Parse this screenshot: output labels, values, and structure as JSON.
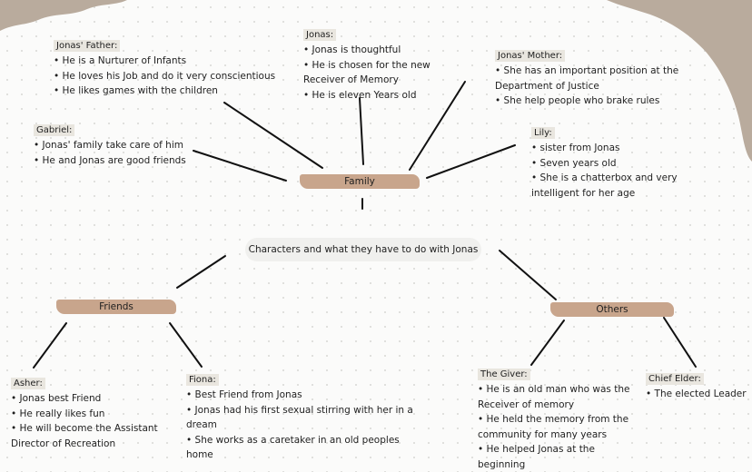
{
  "center": {
    "label": "Characters and what they have to do with Jonas"
  },
  "groups": {
    "family": "Family",
    "friends": "Friends",
    "others": "Others"
  },
  "nodes": {
    "jonas": {
      "title": "Jonas:",
      "items": [
        "• Jonas is thoughtful",
        "• He is chosen for the new Receiver of Memory",
        "• He is eleven Years old"
      ]
    },
    "father": {
      "title": "Jonas' Father:",
      "items": [
        "• He is a Nurturer of Infants",
        "• He loves his Job and do it very conscientious",
        "• He likes games with the children"
      ]
    },
    "mother": {
      "title": "Jonas' Mother:",
      "items": [
        "• She has an important position at the Department of Justice",
        "• She help people who brake rules"
      ]
    },
    "gabriel": {
      "title": "Gabriel:",
      "items": [
        "• Jonas' family take care of him",
        "• He and Jonas are good friends"
      ]
    },
    "lily": {
      "title": "Lily:",
      "items": [
        "• sister from Jonas",
        "• Seven years old",
        "• She is a chatterbox and very intelligent for her age"
      ]
    },
    "asher": {
      "title": "Asher:",
      "items": [
        "• Jonas best Friend",
        "• He really likes fun",
        "• He will become the Assistant Director of Recreation"
      ]
    },
    "fiona": {
      "title": "Fiona:",
      "items": [
        "• Best Friend from Jonas",
        "• Jonas had his first sexual stirring with her in a dream",
        "• She works as a caretaker in an old peoples home"
      ]
    },
    "giver": {
      "title": "The Giver:",
      "items": [
        "• He is an old man who was the Receiver of memory",
        "• He held the memory from the community for many years",
        "• He helped Jonas at the beginning"
      ]
    },
    "elder": {
      "title": "Chief Elder:",
      "items": [
        "• The elected Leader"
      ]
    }
  },
  "colors": {
    "tag": "#c8a58c",
    "paper": "#b8aa9c",
    "line": "#111111"
  }
}
